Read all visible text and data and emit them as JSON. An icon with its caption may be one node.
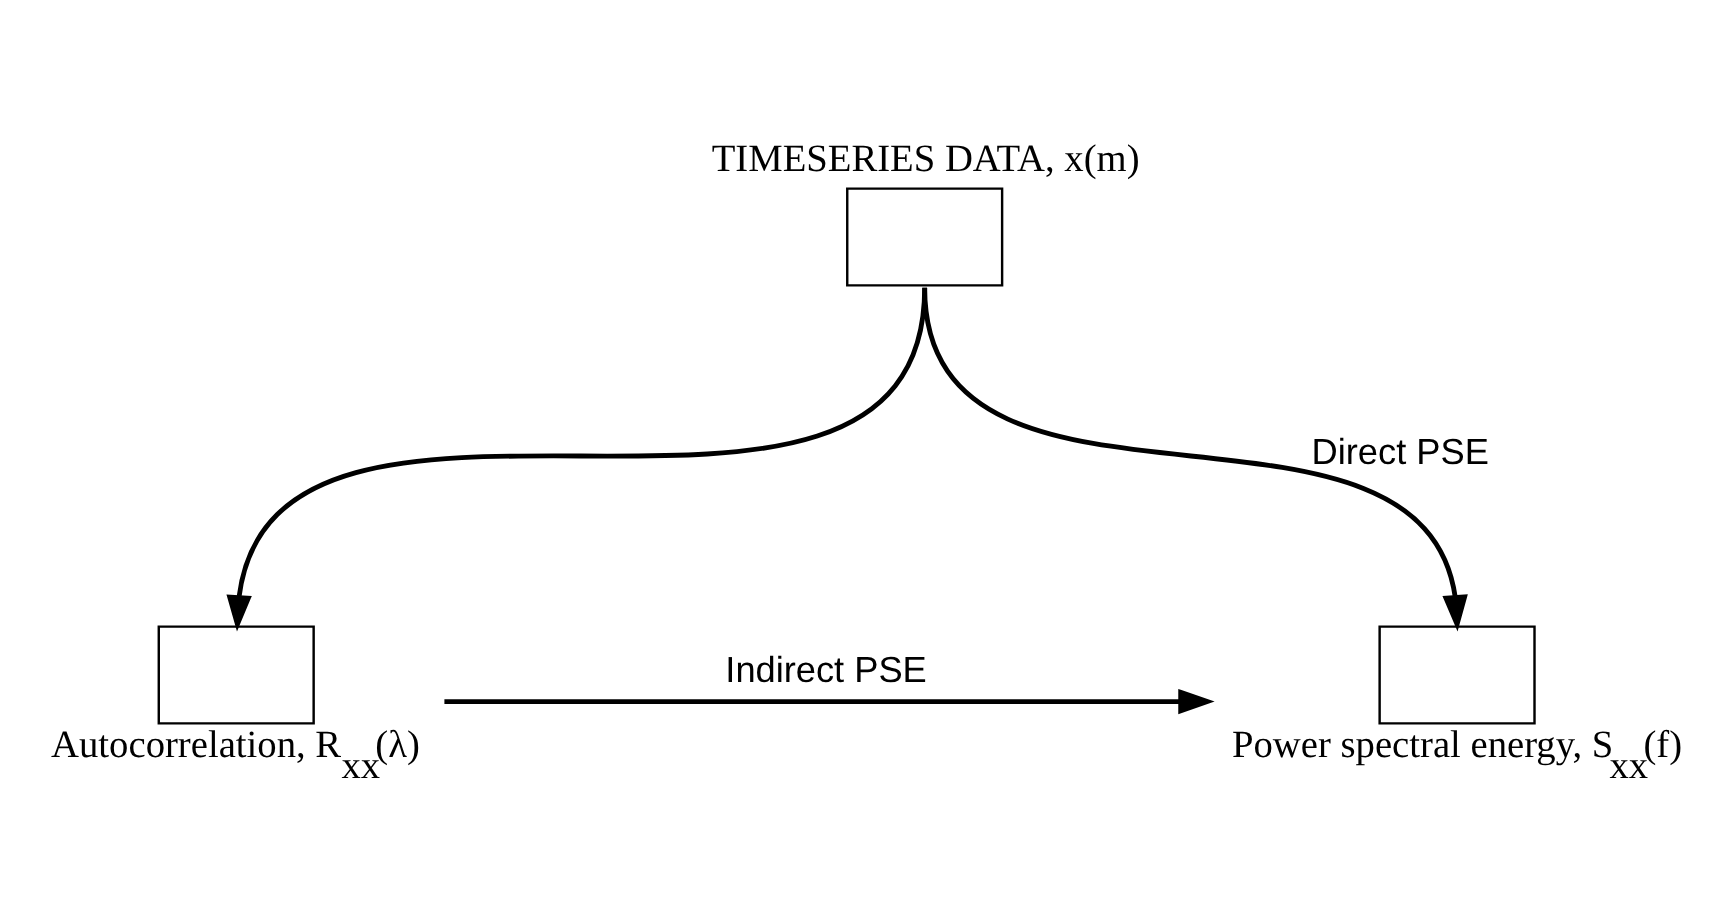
{
  "diagram": {
    "nodes": [
      {
        "text": [
          "TIMESERIES DATA, x(m)"
        ]
      },
      {
        "text": [
          "Autocorrelation, R$_{xx}$(λ)"
        ]
      },
      {
        "text": [
          "Power spectral energy, S$_{xx}$(f)"
        ]
      }
    ],
    "edges": [
      {
        "from": 0,
        "to": 1,
        "arrow": "to"
      },
      {
        "from": 0,
        "to": 2,
        "arrow": "to",
        "label": "Direct PSE"
      },
      {
        "from": 1,
        "to": 2,
        "arrow": "to",
        "label": "Indirect PSE"
      }
    ]
  }
}
